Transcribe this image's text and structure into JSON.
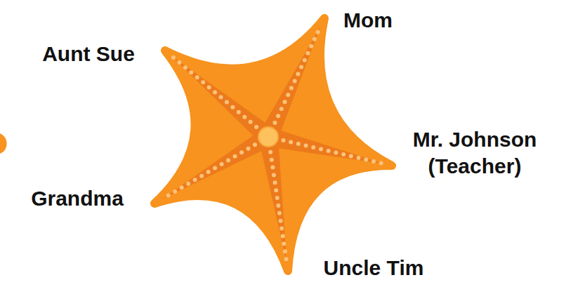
{
  "diagram": {
    "labels": [
      "Mom",
      "Aunt Sue",
      "Mr. Johnson (Teacher)",
      "Grandma",
      "Uncle Tim"
    ]
  }
}
